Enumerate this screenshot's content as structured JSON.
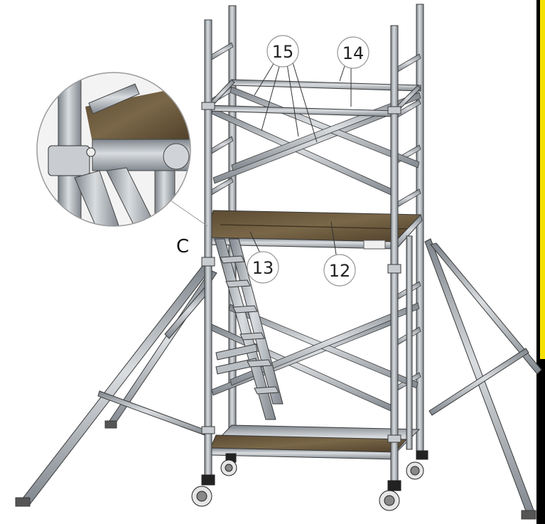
{
  "labels": {
    "detail_letter": "C",
    "callout_12": "12",
    "callout_13": "13",
    "callout_14": "14",
    "callout_15": "15"
  },
  "icons": {
    "scaffold": "mobile-scaffold-tower-icon",
    "detail": "magnified-clamp-detail-icon"
  },
  "colors": {
    "accent_right_edge": "#f5e000",
    "frame_metal": "#9aa0a6",
    "platform_deck": "#6b5a3e",
    "outline": "#3a3a3a"
  }
}
